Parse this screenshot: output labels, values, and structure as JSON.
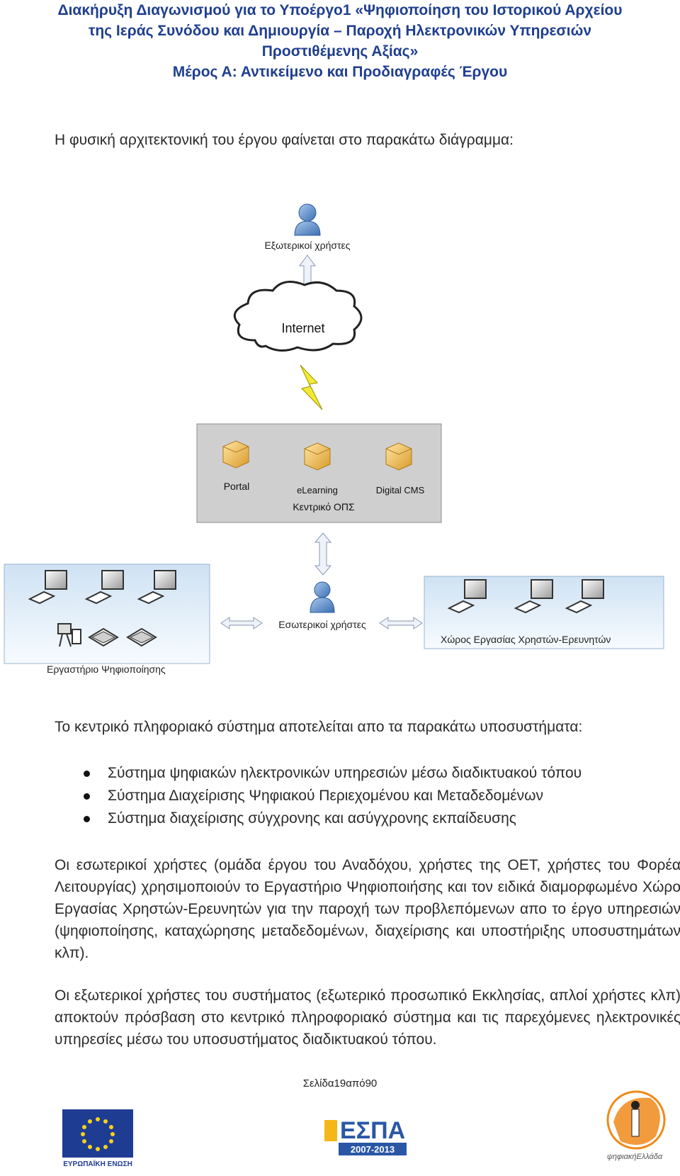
{
  "header": {
    "line1": "Διακήρυξη Διαγωνισμού για το Υποέργο1 «Ψηφιοποίηση του Ιστορικού Αρχείου",
    "line2": "της Ιεράς Συνόδου και Δημιουργία – Παροχή Ηλεκτρονικών Υπηρεσιών",
    "line3": "Προστιθέμενης Αξίας»",
    "line4": "Μέρος Α: Αντικείμενο και Προδιαγραφές Έργου"
  },
  "intro": "Η φυσική αρχιτεκτονική του έργου φαίνεται στο παρακάτω διάγραμμα:",
  "diagram": {
    "external_users": "Εξωτερικοί χρήστες",
    "internet": "Internet",
    "portal": "Portal",
    "elearning": "eLearning",
    "digital_cms": "Digital CMS",
    "central": "Κεντρικό ΟΠΣ",
    "internal_users": "Εσωτερικοί χρήστες",
    "digitization_lab": "Εργαστήριο Ψηφιοποίησης",
    "researchers_area": "Χώρος Εργασίας Χρηστών-Ερευνητών"
  },
  "subsystems_intro": "Το κεντρικό πληφοριακό σύστημα αποτελείται απο τα παρακάτω υποσυστήματα:",
  "subsystems": [
    "Σύστημα ψηφιακών ηλεκτρονικών υπηρεσιών μέσω διαδικτυακού τόπου",
    "Σύστημα Διαχείρισης Ψηφιακού Περιεχομένου και Μεταδεδομένων",
    "Σύστημα διαχείρισης σύγχρονης και ασύγχρονης εκπαίδευσης"
  ],
  "paragraph1": "Οι εσωτερικοί χρήστες (ομάδα έργου του Αναδόχου, χρήστες της ΟΕΤ, χρήστες του Φορέα Λειτουργίας) χρησιμοποιούν το Εργαστήριο Ψηφιοποιήσης και τον ειδικά διαμορφωμένο Χώρο Εργασίας Χρηστών-Ερευνητών για την παροχή των προβλεπόμενων απο το έργο υπηρεσιών (ψηφιοποίησης, καταχώρησης μεταδεδομένων, διαχείρισης και υποστήριξης υποσυστημάτων κλπ).",
  "paragraph2": "Οι εξωτερικοί χρήστες του συστήματος (εξωτερικό προσωπικό Εκκλησίας, απλοί χρήστες κλπ) αποκτούν πρόσβαση στο κεντρικό πληροφοριακό σύστημα και τις παρεχόμενες ηλεκτρονικές υπηρεσίες μέσω του υποσυστήματος διαδικτυακού τόπου.",
  "page_number": "Σελίδα19από90",
  "footer": {
    "eu_label": "ΕΥΡΩΠΑΪΚΗ ΕΝΩΣΗ",
    "espa_label": "ΕΣΠΑ",
    "espa_years": "2007-2013",
    "digital_greece_label": "ψηφιακήΕλλάδα"
  },
  "colors": {
    "header_blue": "#1f3f8f",
    "eu_blue": "#1f3c93",
    "eu_star": "#f6d21b",
    "espa_blue": "#2a57a5",
    "digital_orange": "#f08a1b"
  }
}
